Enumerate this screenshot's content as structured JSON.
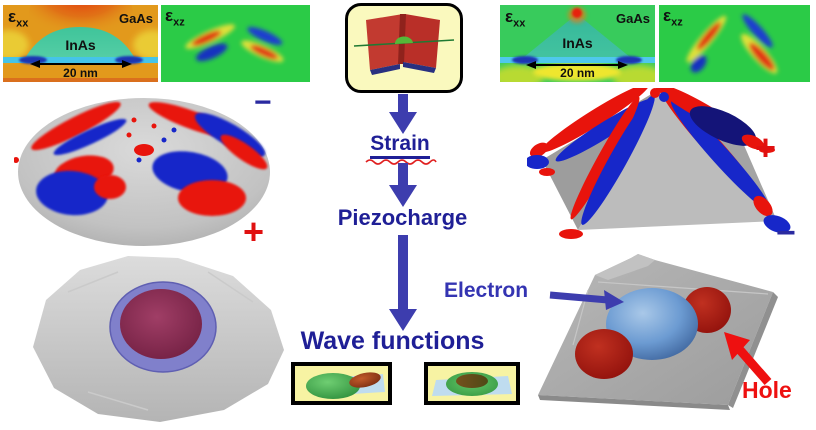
{
  "panels": {
    "left_exx": {
      "symbol": "ε",
      "sub": "xx",
      "matrix_label": "GaAs",
      "dot_label": "InAs",
      "scale_label": "20 nm"
    },
    "left_exz": {
      "symbol": "ε",
      "sub": "xz"
    },
    "right_exx": {
      "symbol": "ε",
      "sub": "xx",
      "matrix_label": "GaAs",
      "dot_label": "InAs",
      "scale_label": "20 nm"
    },
    "right_exz": {
      "symbol": "ε",
      "sub": "xz"
    }
  },
  "flow": {
    "step1": "Strain",
    "step2": "Piezocharge",
    "step3": "Wave functions"
  },
  "annotations": {
    "electron": "Electron",
    "hole": "Hole",
    "dome_minus": "−",
    "dome_plus": "+",
    "pyramid_plus": "+",
    "pyramid_minus": "−"
  },
  "colors": {
    "navy_text": "#1f1f96",
    "arrow_blue": "#3d3dae",
    "electron_blue": "#3434b2",
    "hole_red": "#ee1010",
    "piezo_red": "#e8140c",
    "piezo_blue": "#1727c9",
    "sign_red": "#e01010",
    "sign_blue": "#2a2aa0",
    "heat_orange": "#e2991c",
    "heat_green": "#38cb5c",
    "dot_teal": "#41c296",
    "stripe_cyan": "#45c4e8",
    "frame_yellow": "#f7f3a3"
  }
}
